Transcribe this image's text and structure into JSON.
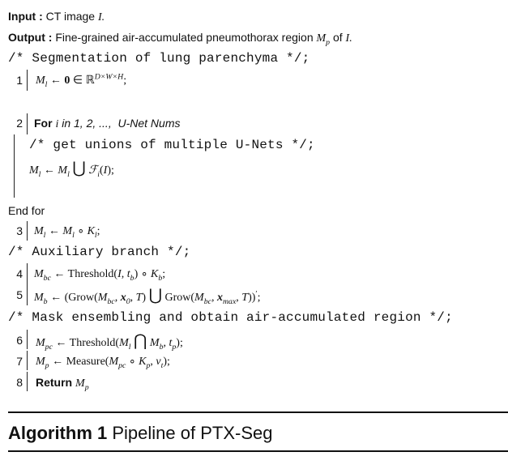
{
  "input_label": "Input :",
  "input_text": "CT image ",
  "input_var": "I.",
  "output_label": "Output :",
  "output_text": "Fine-grained air-accumulated pneumothorax region ",
  "output_var": "M",
  "output_var_sub": "p",
  "output_of": " of ",
  "output_I": "I.",
  "comment_seg": "/* Segmentation of lung parenchyma */;",
  "line_nums": [
    "1",
    "2",
    "3",
    "4",
    "5",
    "6",
    "7",
    "8"
  ],
  "step1": "M_l ← 0 ∈ ℝ^{D×W×H};",
  "for_kw": "For",
  "for_cond": "i in 1, 2, ..., U-Net Nums",
  "comment_union": "/* get unions of multiple U-Nets */;",
  "union_step": "M_l ← M_l ⋃ F_i(I);",
  "end_for": "End for",
  "step3": "M_l ← M_l ∘ K_l;",
  "comment_aux": "/* Auxiliary branch */;",
  "step4": "M_bc ← Threshold(I, t_b) ∘ K_b;",
  "step5": "M_b ← (Grow(M_bc, x_0, T) ⋃ Grow(M_bc, x_max, T))′;",
  "comment_mask": "/* Mask ensembling and obtain air-accumulated region */;",
  "step6": "M_pc ← Threshold(M_l ⋂ M_b, t_p);",
  "step7": "M_p ← Measure(M_pc ∘ K_p, v_t);",
  "return_kw": "Return",
  "return_var": "M_p",
  "algo_label": "Algorithm 1",
  "algo_title": "Pipeline of PTX-Seg"
}
